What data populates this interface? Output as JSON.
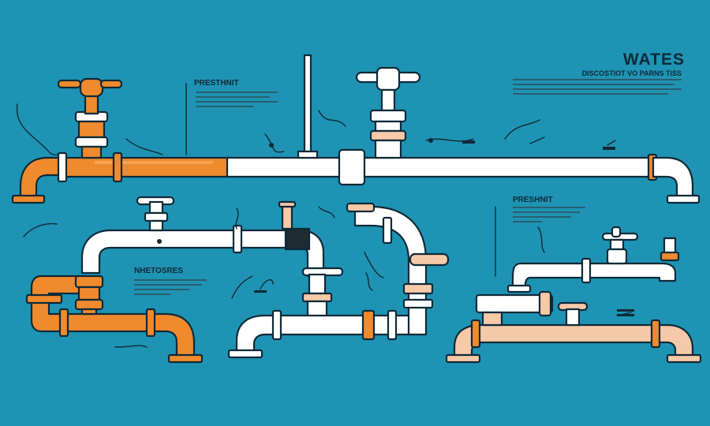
{
  "header": {
    "title": "WATES",
    "subtitle": "DISCOSTIOT VO PARNS TISS"
  },
  "labels": {
    "label_1": "PRESTHNIT",
    "label_2": "PRESHNIT",
    "label_3": "NHETOSRES"
  },
  "colors": {
    "background": "#1f93b3",
    "pipe_white": "#ffffff",
    "pipe_orange": "#f08a2e",
    "pipe_peach": "#f6c9a8",
    "outline": "#0e2a38",
    "text": "#0e2a38"
  }
}
